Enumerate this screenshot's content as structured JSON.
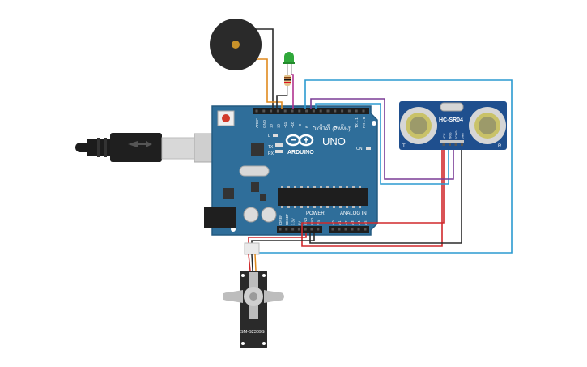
{
  "board": {
    "brand": "ARDUINO",
    "model": "UNO",
    "digital_header_label": "DIGITAL (PWM~)",
    "power_label": "POWER",
    "analog_label": "ANALOG IN",
    "on_label": "ON",
    "tx_label": "TX",
    "rx_label": "RX",
    "l_label": "L",
    "digital_pins": [
      "AREF",
      "GND",
      "13",
      "12",
      "~11",
      "~10",
      "~9",
      "8",
      "7",
      "~6",
      "~5",
      "4",
      "~3",
      "2",
      "TX→1",
      "RX←0"
    ],
    "power_pins": [
      "IOREF",
      "RESET",
      "3.3V",
      "5V",
      "GND",
      "GND",
      "Vin"
    ],
    "analog_pins": [
      "A0",
      "A1",
      "A2",
      "A3",
      "A4",
      "A5"
    ]
  },
  "sensor": {
    "model": "HC-SR04",
    "pins": [
      "VCC",
      "TRIG",
      "ECHO",
      "GND"
    ],
    "left_mark": "T",
    "right_mark": "R"
  },
  "servo": {
    "model": "SM-S2309S"
  },
  "colors": {
    "board": "#2f6e9a",
    "board_dark": "#245a80",
    "wire_red": "#d0282b",
    "wire_black": "#2b2b2b",
    "wire_blue": "#2b9ad0",
    "wire_purple": "#7a3b96",
    "wire_orange": "#e08a1e",
    "wire_magenta": "#b0338f",
    "sensor_blue": "#1f4f8e",
    "led_green": "#2fa83a"
  }
}
